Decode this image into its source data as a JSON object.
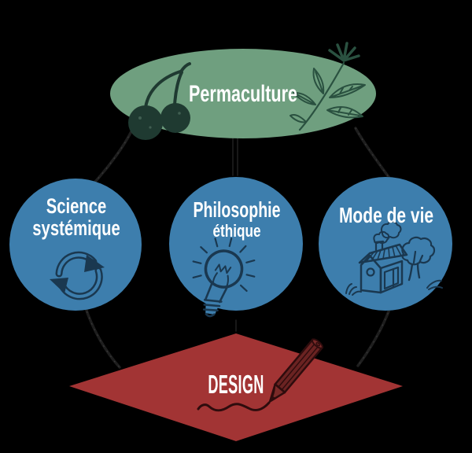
{
  "diagram_title": "Permaculture",
  "background": "#000000",
  "colors": {
    "ellipse_green": "#6F9F7F",
    "circle_blue": "#3D7EAD",
    "diamond_red": "#A23434",
    "sketch_green": "#2A5140",
    "sketch_dark_teal": "#1F3A31",
    "sketch_navy": "#1A3850",
    "pencil_maroon": "#6B2322",
    "pencil_outline": "#2E0C0D",
    "text_white": "#FFFFFF",
    "connector_dark": "#1E1E1E"
  },
  "nodes": {
    "permaculture": {
      "label": "Permaculture",
      "shape": "ellipse",
      "color": "#6F9F7F",
      "icons": [
        "cherries-icon",
        "plant-sprig-icon"
      ]
    },
    "science": {
      "line1": "Science",
      "line2": "systémique",
      "shape": "circle",
      "color": "#3D7EAD",
      "icon": "cycle-arrows-icon"
    },
    "philosophy": {
      "line1": "Philosophie",
      "line2": "éthique",
      "shape": "circle",
      "color": "#3D7EAD",
      "icon": "lightbulb-icon"
    },
    "lifestyle": {
      "label": "Mode de vie",
      "shape": "circle",
      "color": "#3D7EAD",
      "icon": "house-icon"
    },
    "design": {
      "label": "DESIGN",
      "shape": "diamond",
      "color": "#A23434",
      "icon": "pencil-icon"
    }
  },
  "connections": [
    "permaculture-science",
    "permaculture-philosophy",
    "permaculture-lifestyle",
    "science-design",
    "philosophy-design",
    "lifestyle-design"
  ]
}
